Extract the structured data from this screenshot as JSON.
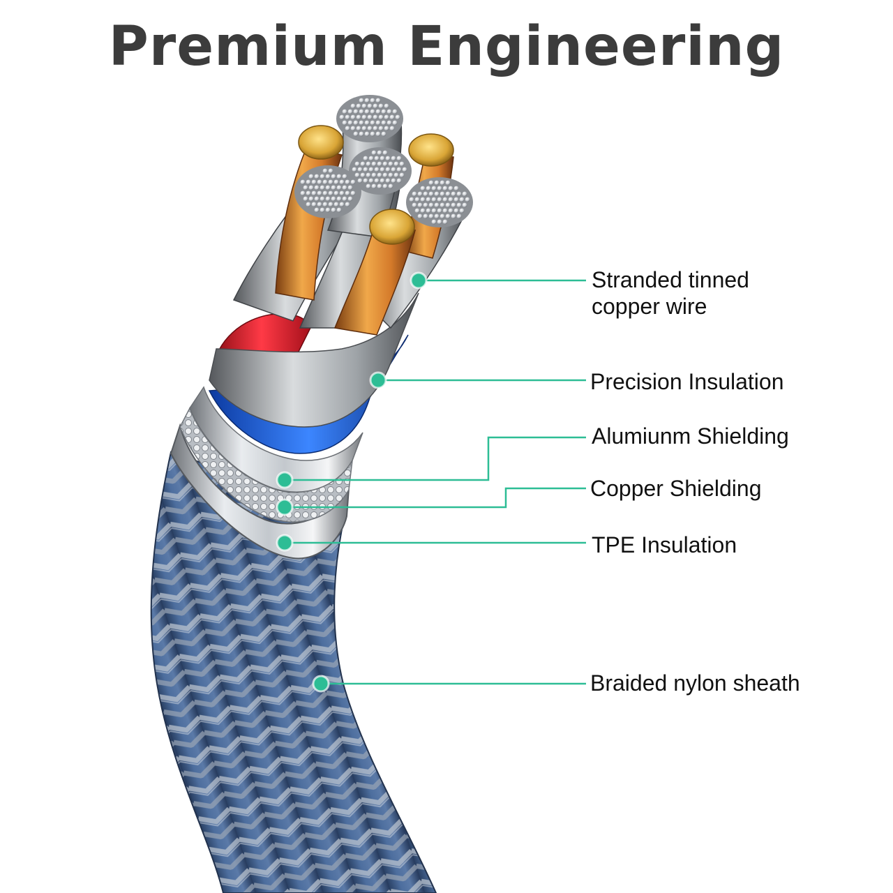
{
  "title": "Premium Engineering",
  "accent_color": "#2dbd95",
  "cable": {
    "braid_colors": [
      "#3f5f8f",
      "#8e9aab"
    ],
    "insulation_colors": [
      "#e2182b",
      "#1e58d6"
    ],
    "conductor_color": "#c8892a"
  },
  "callouts": [
    {
      "id": "stranded",
      "lines": [
        "Stranded tinned",
        "copper wire"
      ]
    },
    {
      "id": "precision",
      "lines": [
        "Precision Insulation"
      ]
    },
    {
      "id": "aluminum",
      "lines": [
        "Alumiunm Shielding"
      ]
    },
    {
      "id": "copper",
      "lines": [
        "Copper Shielding"
      ]
    },
    {
      "id": "tpe",
      "lines": [
        "TPE Insulation"
      ]
    },
    {
      "id": "braided",
      "lines": [
        "Braided nylon sheath"
      ]
    }
  ]
}
